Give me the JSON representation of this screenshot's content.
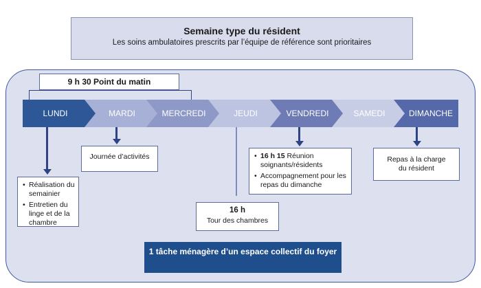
{
  "header": {
    "title": "Semaine type du résident",
    "subtitle": "Les soins ambulatoires prescrits par l’équipe de référence sont prioritaires"
  },
  "morning": {
    "label": "9 h 30 Point du matin"
  },
  "days": [
    {
      "label": "LUNDI",
      "color": "#2d5796"
    },
    {
      "label": "MARDI",
      "color": "#a7b0d6"
    },
    {
      "label": "MERCREDI",
      "color": "#8e99c7"
    },
    {
      "label": "JEUDI",
      "color": "#bcc4e2"
    },
    {
      "label": "VENDREDI",
      "color": "#6e7bb5"
    },
    {
      "label": "SAMEDI",
      "color": "#c8cde6"
    },
    {
      "label": "DIMANCHE",
      "color": "#5568a9"
    }
  ],
  "lundi_box": {
    "items": [
      "Réalisation du semainier",
      "Entretien du linge et de la chambre"
    ]
  },
  "mardi_box": {
    "text": "Journée d’activités"
  },
  "jeudi_box": {
    "time": "16 h",
    "text": "Tour des chambres"
  },
  "vendredi_box": {
    "item1_time": "16 h 15",
    "item1_text": " Réunion soignants/résidents",
    "item2": "Accompagnement pour les repas du dimanche"
  },
  "dimanche_box": {
    "text": "Repas à la charge du résident"
  },
  "chore": {
    "text": "1 tâche ménagère d’un espace collectif du foyer"
  },
  "colors": {
    "accent": "#2e4385",
    "panel": "#dde0ef",
    "chore": "#1f4e8c"
  }
}
